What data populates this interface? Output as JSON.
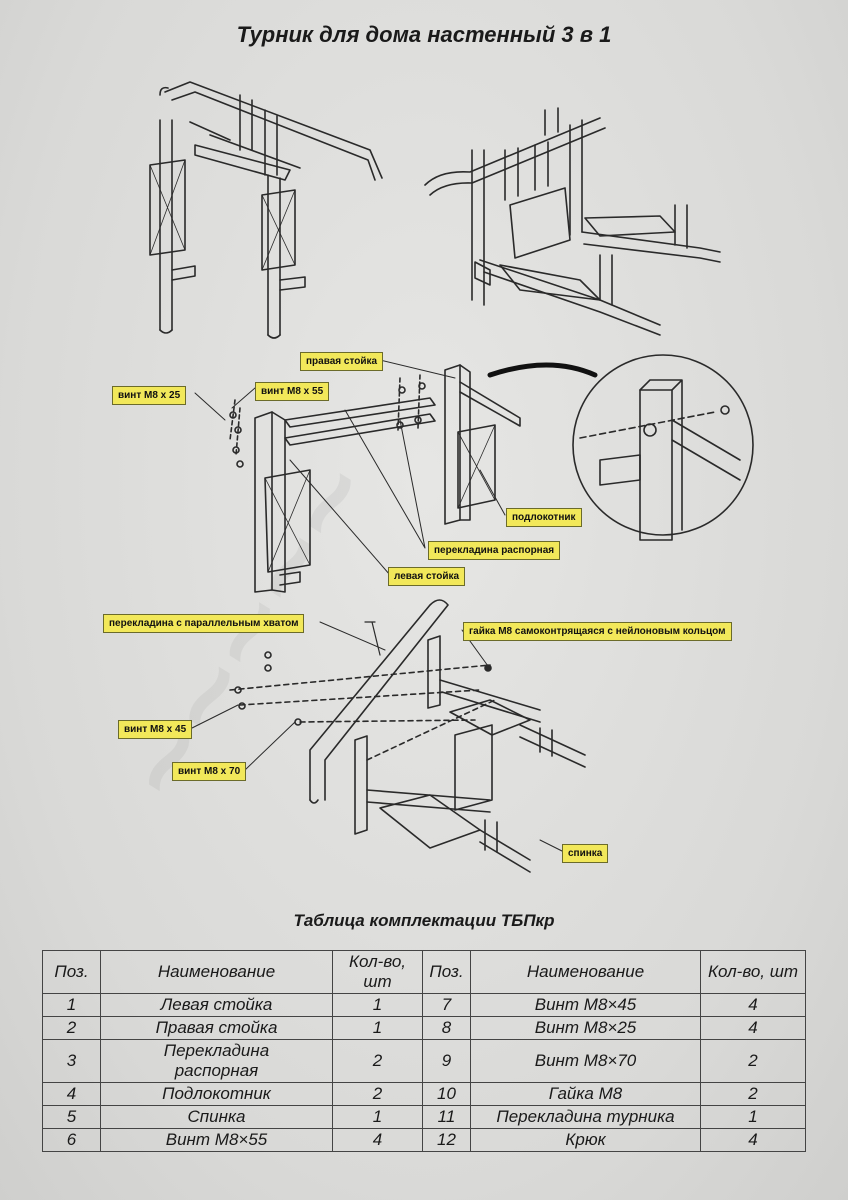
{
  "title": "Турник для дома настенный 3 в 1",
  "callouts": {
    "right_post": "правая стойка",
    "screw_25": "винт М8 x 25",
    "screw_55": "винт М8 x 55",
    "armrest": "подлокотник",
    "spacer_bar": "перекладина распорная",
    "left_post": "левая стойка",
    "parallel_bar": "перекладина с параллельным хватом",
    "nut": "гайка М8 самоконтрящаяся с нейлоновым кольцом",
    "screw_45": "винт М8 x 45",
    "screw_70": "винт М8 x 70",
    "back": "спинка"
  },
  "table": {
    "title": "Таблица комплектации ТБПкр",
    "headers": [
      "Поз.",
      "Наименование",
      "Кол-во, шт",
      "Поз.",
      "Наименование",
      "Кол-во, шт"
    ],
    "rows": [
      [
        "1",
        "Левая стойка",
        "1",
        "7",
        "Винт М8×45",
        "4"
      ],
      [
        "2",
        "Правая стойка",
        "1",
        "8",
        "Винт М8×25",
        "4"
      ],
      [
        "3",
        "Перекладина распорная",
        "2",
        "9",
        "Винт М8×70",
        "2"
      ],
      [
        "4",
        "Подлокотник",
        "2",
        "10",
        "Гайка М8",
        "2"
      ],
      [
        "5",
        "Спинка",
        "1",
        "11",
        "Перекладина турника",
        "1"
      ],
      [
        "6",
        "Винт М8×55",
        "4",
        "12",
        "Крюк",
        "4"
      ]
    ]
  }
}
